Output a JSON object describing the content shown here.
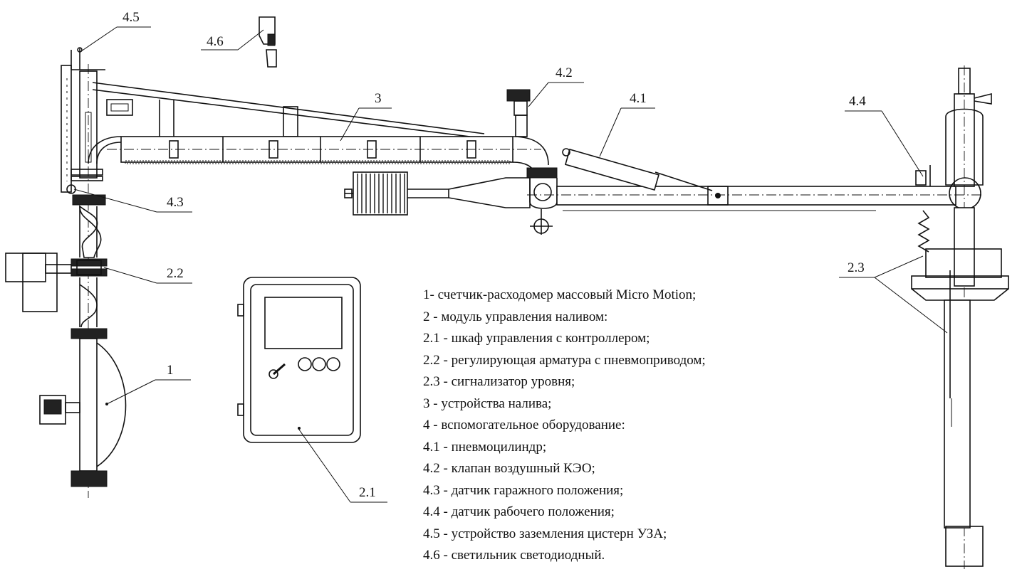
{
  "callouts": {
    "c1": "1",
    "c22": "2.2",
    "c21": "2.1",
    "c23": "2.3",
    "c3": "3",
    "c41": "4.1",
    "c42": "4.2",
    "c43": "4.3",
    "c44": "4.4",
    "c45": "4.5",
    "c46": "4.6"
  },
  "legend": [
    "1- счетчик-расходомер массовый Micro Motion;",
    "2 - модуль управления наливом:",
    "2.1 - шкаф управления с контроллером;",
    "2.2 - регулирующая арматура с пневмоприводом;",
    "2.3 - сигнализатор уровня;",
    "3 -  устройства налива;",
    "4 - вспомогательное оборудование:",
    "4.1 - пневмоцилиндр;",
    "4.2 - клапан воздушный КЭО;",
    "4.3 - датчик гаражного положения;",
    "4.4 - датчик рабочего положения;",
    "4.5 - устройство заземления цистерн УЗА;",
    "4.6 - светильник светодиодный."
  ]
}
